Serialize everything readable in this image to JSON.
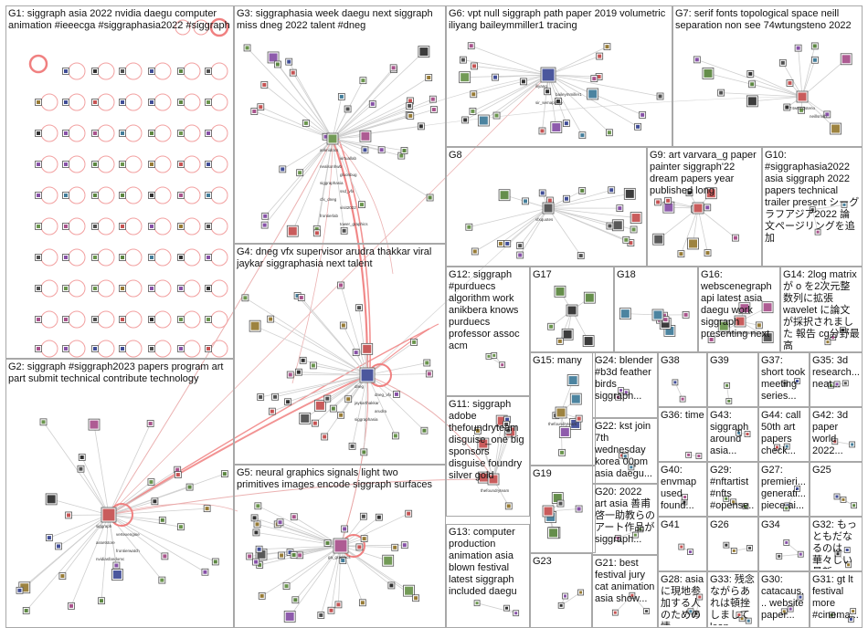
{
  "colors": {
    "group_border": "#a8a8a8",
    "edge_intra": "#cfcfcf",
    "edge_strong": "#f08080",
    "edge_cross": "#e7a3a3",
    "node_fill": "#ffffff",
    "node_border": "#555555",
    "text": "#111111"
  },
  "graph": {
    "type": "NodeXL clustered network graph",
    "groups": [
      {
        "id": "G1",
        "label": "G1: siggraph asia 2022 nvidia daegu computer animation #ieeecga #siggraphasia2022 #siggraph",
        "node_count": 56
      },
      {
        "id": "G2",
        "label": "G2: siggraph #siggraph2023 papers program art part submit technical contribute technology",
        "node_count": 30
      },
      {
        "id": "G3",
        "label": "G3: siggraphasia week daegu next siggraph miss dneg 2022 talent #dneg",
        "node_count": 40
      },
      {
        "id": "G4",
        "label": "G4: dneg vfx supervisor arudra thakkar viral jaykar siggraphasia next talent",
        "node_count": 34
      },
      {
        "id": "G5",
        "label": "G5: neural graphics signals light two primitives images encode siggraph surfaces",
        "node_count": 38
      },
      {
        "id": "G6",
        "label": "G6: vpt null siggraph path paper 2019 volumetric iliyang baileymmiller1 tracing",
        "node_count": 26
      },
      {
        "id": "G7",
        "label": "G7: serif fonts topological space neill separation non see 74wtungsteno 2022",
        "node_count": 16
      },
      {
        "id": "G8",
        "label": "G8",
        "node_count": 24
      },
      {
        "id": "G9",
        "label": "G9: art varvara_g paper painter siggraph'22 dream papers year published long",
        "node_count": 12
      },
      {
        "id": "G10",
        "label": "G10: #siggraphasia2022 asia siggraph 2022 papers technical trailer present シーグラフアジア2022 論文ページリングを追加",
        "node_count": 10
      },
      {
        "id": "G11",
        "label": "G11: siggraph adobe thefoundryteam disguise_one big sponsors disguise foundry silver gold",
        "node_count": 9
      },
      {
        "id": "G12",
        "label": "G12: siggraph #purduecs algorithm work anikbera knows purduecs professor assoc acm",
        "node_count": 8
      },
      {
        "id": "G13",
        "label": "G13: computer production animation asia blown festival latest siggraph included daegu",
        "node_count": 8
      },
      {
        "id": "G14",
        "label": "G14: 2log matrix が o を2次元整数列に拡張 wavelet に論文が採択されました 報告 cg分野最高",
        "node_count": 6
      },
      {
        "id": "G15",
        "label": "G15: many",
        "node_count": 7
      },
      {
        "id": "G16",
        "label": "G16: webscenegraph api latest asia daegu work siggraph presenting next",
        "node_count": 6
      },
      {
        "id": "G17",
        "label": "G17",
        "node_count": 6
      },
      {
        "id": "G18",
        "label": "G18",
        "node_count": 6
      },
      {
        "id": "G19",
        "label": "G19",
        "node_count": 6
      },
      {
        "id": "G20",
        "label": "G20: 2022 art asia 善甫啓一助教らのアート作品が siggraph...",
        "node_count": 5
      },
      {
        "id": "G21",
        "label": "G21: best festival jury cat animation asia show...",
        "node_count": 5
      },
      {
        "id": "G22",
        "label": "G22: kst join 7th wednesday korea 00pm asia daegu...",
        "node_count": 5
      },
      {
        "id": "G23",
        "label": "G23",
        "node_count": 5
      },
      {
        "id": "G24",
        "label": "G24: blender #b3d feather birds siggraph...",
        "node_count": 4
      },
      {
        "id": "G25",
        "label": "G25",
        "node_count": 4
      },
      {
        "id": "G26",
        "label": "G26",
        "node_count": 4
      },
      {
        "id": "G27",
        "label": "G27: premieri... generati... piece ai...",
        "node_count": 3
      },
      {
        "id": "G28",
        "label": "G28: asia に現地参加する人のための情...",
        "node_count": 3
      },
      {
        "id": "G29",
        "label": "G29: #nftartist #nfts #opense...",
        "node_count": 3
      },
      {
        "id": "G30",
        "label": "G30: catacaus... website paper...",
        "node_count": 3
      },
      {
        "id": "G31",
        "label": "G31: gt lt festival more #cinema...",
        "node_count": 3
      },
      {
        "id": "G32",
        "label": "G32: もっともだなるのは 華々しい最新...",
        "node_count": 3
      },
      {
        "id": "G33",
        "label": "G33: 残念ながらあれは頓挫しまして leap...",
        "node_count": 3
      },
      {
        "id": "G34",
        "label": "G34",
        "node_count": 3
      },
      {
        "id": "G35",
        "label": "G35: 3d research... neat...",
        "node_count": 3
      },
      {
        "id": "G36",
        "label": "G36: time",
        "node_count": 2
      },
      {
        "id": "G37",
        "label": "G37: short took meeting series...",
        "node_count": 2
      },
      {
        "id": "G38",
        "label": "G38",
        "node_count": 2
      },
      {
        "id": "G39",
        "label": "G39",
        "node_count": 2
      },
      {
        "id": "G40",
        "label": "G40: envmap used found...",
        "node_count": 2
      },
      {
        "id": "G41",
        "label": "G41",
        "node_count": 2
      },
      {
        "id": "G42",
        "label": "G42: 3d paper world 2022...",
        "node_count": 2
      },
      {
        "id": "G43",
        "label": "G43: siggraph around asia...",
        "node_count": 2
      },
      {
        "id": "G44",
        "label": "G44: call 50th art papers check...",
        "node_count": 2
      }
    ],
    "node_labels": {
      "G2": [
        "siggraph",
        "vertexengine",
        "assetstore",
        "frontierwatch",
        "nvidiasfandomc"
      ],
      "G3": [
        "anknidocs",
        "virtuallab",
        "nealsonhwb",
        "gluonbug",
        "siggraphasia",
        "ssd_vfx",
        "cfx_dneg",
        "visit2022",
        "frontierlab",
        "tower_graphics"
      ],
      "G4": [
        "dneg",
        "dneg_vfx",
        "jaykarthakkar",
        "arudra",
        "siggraphasia"
      ],
      "G5": [
        "ga_graphics"
      ],
      "G6": [
        "iliyang",
        "baileymmiller1",
        "sir_semaphore"
      ],
      "G7": [
        "74wtungsteno",
        "neillsmith"
      ],
      "G8": [
        "vfxquotes"
      ],
      "G11": [
        "thefoundryteam"
      ],
      "G15": [
        "thefoundryteam"
      ],
      "G16": [
        "webscenegraph"
      ]
    }
  }
}
